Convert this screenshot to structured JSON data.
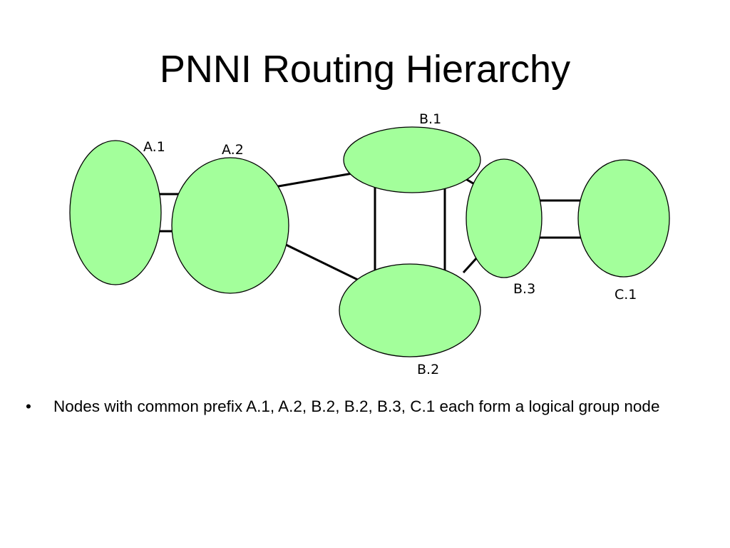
{
  "slide": {
    "title": "PNNI Routing Hierarchy"
  },
  "diagram": {
    "node_color": "#a3ff9b",
    "nodes": [
      {
        "id": "A.1",
        "label": "A.1"
      },
      {
        "id": "A.2",
        "label": "A.2"
      },
      {
        "id": "B.1",
        "label": "B.1"
      },
      {
        "id": "B.2",
        "label": "B.2"
      },
      {
        "id": "B.3",
        "label": "B.3"
      },
      {
        "id": "C.1",
        "label": "C.1"
      }
    ],
    "links": [
      {
        "from": "A.1",
        "to": "A.2",
        "count": 2
      },
      {
        "from": "A.2",
        "to": "B.1",
        "count": 1
      },
      {
        "from": "A.2",
        "to": "B.2",
        "count": 1
      },
      {
        "from": "B.1",
        "to": "B.2",
        "count": 2
      },
      {
        "from": "B.1",
        "to": "B.3",
        "count": 1
      },
      {
        "from": "B.2",
        "to": "B.3",
        "count": 1
      },
      {
        "from": "B.3",
        "to": "C.1",
        "count": 2
      }
    ]
  },
  "bullets": [
    {
      "marker": "•",
      "text": "Nodes with common prefix A.1, A.2, B.2, B.2, B.3, C.1 each form a logical group node"
    }
  ]
}
